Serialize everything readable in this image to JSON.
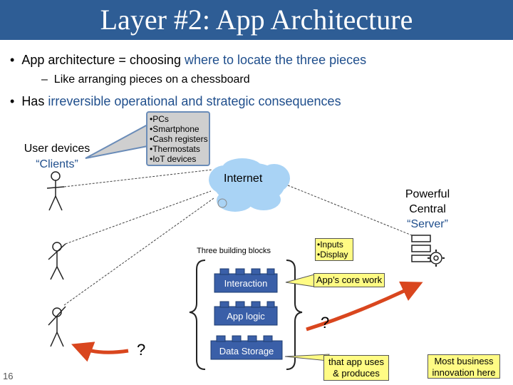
{
  "slide": {
    "title": "Layer #2: App Architecture",
    "page_number": "16"
  },
  "bullets": {
    "b1_prefix": "App architecture = choosing ",
    "b1_highlight": "where to locate the three pieces",
    "b1_sub": "Like arranging pieces on a chessboard",
    "b2_prefix": "Has ",
    "b2_highlight": "irreversible operational and strategic consequences"
  },
  "diagram": {
    "user_devices": "User devices",
    "clients": "“Clients”",
    "device_list": [
      "•PCs",
      "•Smartphone",
      "•Cash registers",
      "•Thermostats",
      "•IoT devices"
    ],
    "internet": "Internet",
    "server_lines": [
      "Powerful",
      "Central",
      "“Server”"
    ],
    "blocks_title": "Three building blocks",
    "blocks": [
      "Interaction",
      "App logic",
      "Data Storage"
    ],
    "io_lines": [
      "•Inputs",
      "•Display"
    ],
    "core_work": "App’s core work",
    "question_right": "?",
    "question_left": "?",
    "app_uses": "that app uses & produces",
    "business": "Most business innovation here"
  },
  "colors": {
    "title_bg": "#2e5d95",
    "accent": "#1f4e8c",
    "lego": "#3a5fa8",
    "arrow": "#d9461e",
    "yellow": "#fffb84"
  }
}
